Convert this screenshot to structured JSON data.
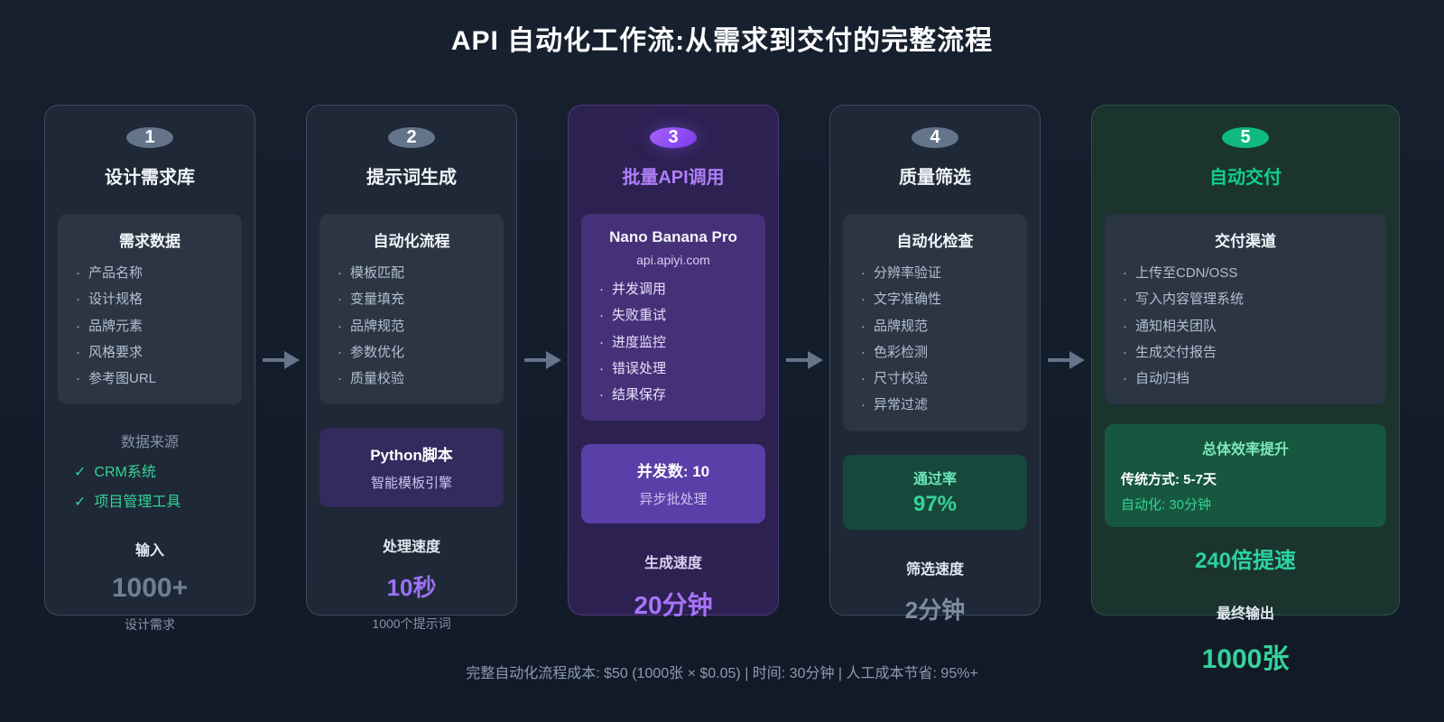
{
  "title": "API 自动化工作流:从需求到交付的完整流程",
  "footer": "完整自动化流程成本: $50 (1000张 × $0.05) | 时间: 30分钟 | 人工成本节省: 95%+",
  "icons": {
    "check": "✓",
    "flow_arrow": "➤"
  },
  "colors": {
    "background": "#141d2c",
    "card_default": "#1e2836",
    "card_purple": "#2c2151",
    "card_green": "#1b342e",
    "step_circle_gray": "#64748b",
    "accent_purple": "#8b5cf6",
    "accent_green": "#10b981",
    "purple_text": "#a78bfa",
    "green_text": "#34d399",
    "arrow_gray": "#64748b"
  },
  "steps": [
    {
      "number": "1",
      "title": "设计需求库",
      "panel": {
        "heading": "需求数据",
        "items": [
          "产品名称",
          "设计规格",
          "品牌元素",
          "风格要求",
          "参考图URL"
        ]
      },
      "source": {
        "heading": "数据来源",
        "checks": [
          "CRM系统",
          "项目管理工具"
        ]
      },
      "stat": {
        "label": "输入",
        "value": "1000+",
        "sub": "设计需求"
      }
    },
    {
      "number": "2",
      "title": "提示词生成",
      "panel": {
        "heading": "自动化流程",
        "items": [
          "模板匹配",
          "变量填充",
          "品牌规范",
          "参数优化",
          "质量校验"
        ]
      },
      "badge": {
        "title": "Python脚本",
        "sub": "智能模板引擎"
      },
      "stat": {
        "label": "处理速度",
        "value": "10秒",
        "sub": "1000个提示词"
      }
    },
    {
      "number": "3",
      "title": "批量API调用",
      "panel": {
        "heading": "Nano Banana Pro",
        "subheading": "api.apiyi.com",
        "items": [
          "并发调用",
          "失败重试",
          "进度监控",
          "错误处理",
          "结果保存"
        ]
      },
      "badge": {
        "title": "并发数: 10",
        "sub": "异步批处理"
      },
      "stat": {
        "label": "生成速度",
        "value": "20分钟"
      }
    },
    {
      "number": "4",
      "title": "质量筛选",
      "panel": {
        "heading": "自动化检查",
        "items": [
          "分辨率验证",
          "文字准确性",
          "品牌规范",
          "色彩检测",
          "尺寸校验",
          "异常过滤"
        ]
      },
      "badge": {
        "title": "通过率",
        "sub": "97%"
      },
      "stat": {
        "label": "筛选速度",
        "value": "2分钟"
      }
    },
    {
      "number": "5",
      "title": "自动交付",
      "panel": {
        "heading": "交付渠道",
        "items": [
          "上传至CDN/OSS",
          "写入内容管理系统",
          "通知相关团队",
          "生成交付报告",
          "自动归档"
        ]
      },
      "efficiency": {
        "heading": "总体效率提升",
        "traditional": "传统方式: 5-7天",
        "automated": "自动化: 30分钟"
      },
      "highlight": "240倍提速",
      "stat": {
        "label": "最终输出",
        "value": "1000张"
      }
    }
  ]
}
